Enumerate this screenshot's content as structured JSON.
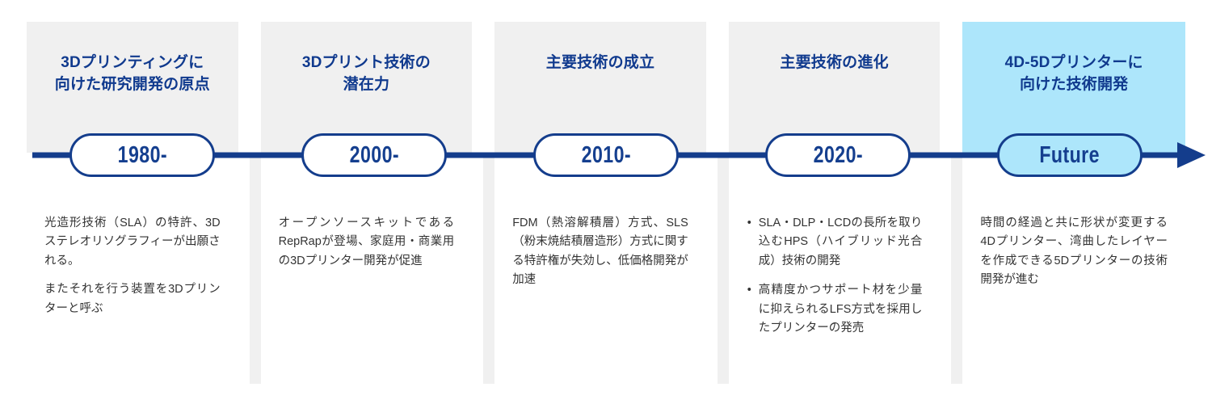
{
  "theme": {
    "accent_navy": "#143d8c",
    "heading_blue": "#103a8e",
    "band_gray": "#f0f0f0",
    "band_highlight_blue": "#ade6fb",
    "body_text": "#333333",
    "page_background": "#ffffff"
  },
  "axis": {
    "direction": "left-to-right",
    "arrowhead": "right-arrow"
  },
  "stages": [
    {
      "id": "origin-of-rd",
      "heading": "3Dプリンティングに\n向けた研究開発の原点",
      "pill_label": "1980-",
      "highlighted": false,
      "paragraphs": [
        "光造形技術（SLA）の特許、3Dステレオリソグラフィーが出願される。",
        "またそれを行う装置を3Dプリンターと呼ぶ"
      ],
      "bullets": []
    },
    {
      "id": "potential-of-3d-print",
      "heading": "3Dプリント技術の\n潜在力",
      "pill_label": "2000-",
      "highlighted": false,
      "paragraphs": [
        "オープンソースキットであるRepRapが登場、家庭用・商業用の3Dプリンター開発が促進"
      ],
      "bullets": []
    },
    {
      "id": "establishment-of-key-tech",
      "heading": "主要技術の成立",
      "pill_label": "2010-",
      "highlighted": false,
      "paragraphs": [
        "FDM（熱溶解積層）方式、SLS（粉末焼結積層造形）方式に関する特許権が失効し、低価格開発が加速"
      ],
      "bullets": []
    },
    {
      "id": "evolution-of-key-tech",
      "heading": "主要技術の進化",
      "pill_label": "2020-",
      "highlighted": false,
      "paragraphs": [],
      "bullets": [
        "SLA・DLP・LCDの長所を取り込むHPS（ハイブリッド光合成）技術の開発",
        "高精度かつサポート材を少量に抑えられるLFS方式を採用したプリンターの発売"
      ],
      "bullet_marker": "•"
    },
    {
      "id": "toward-4d-5d-printers",
      "heading": "4D-5Dプリンターに\n向けた技術開発",
      "pill_label": "Future",
      "highlighted": true,
      "paragraphs": [
        "時間の経過と共に形状が変更する4Dプリンター、湾曲したレイヤーを作成できる5Dプリンターの技術開発が進む"
      ],
      "bullets": []
    }
  ]
}
